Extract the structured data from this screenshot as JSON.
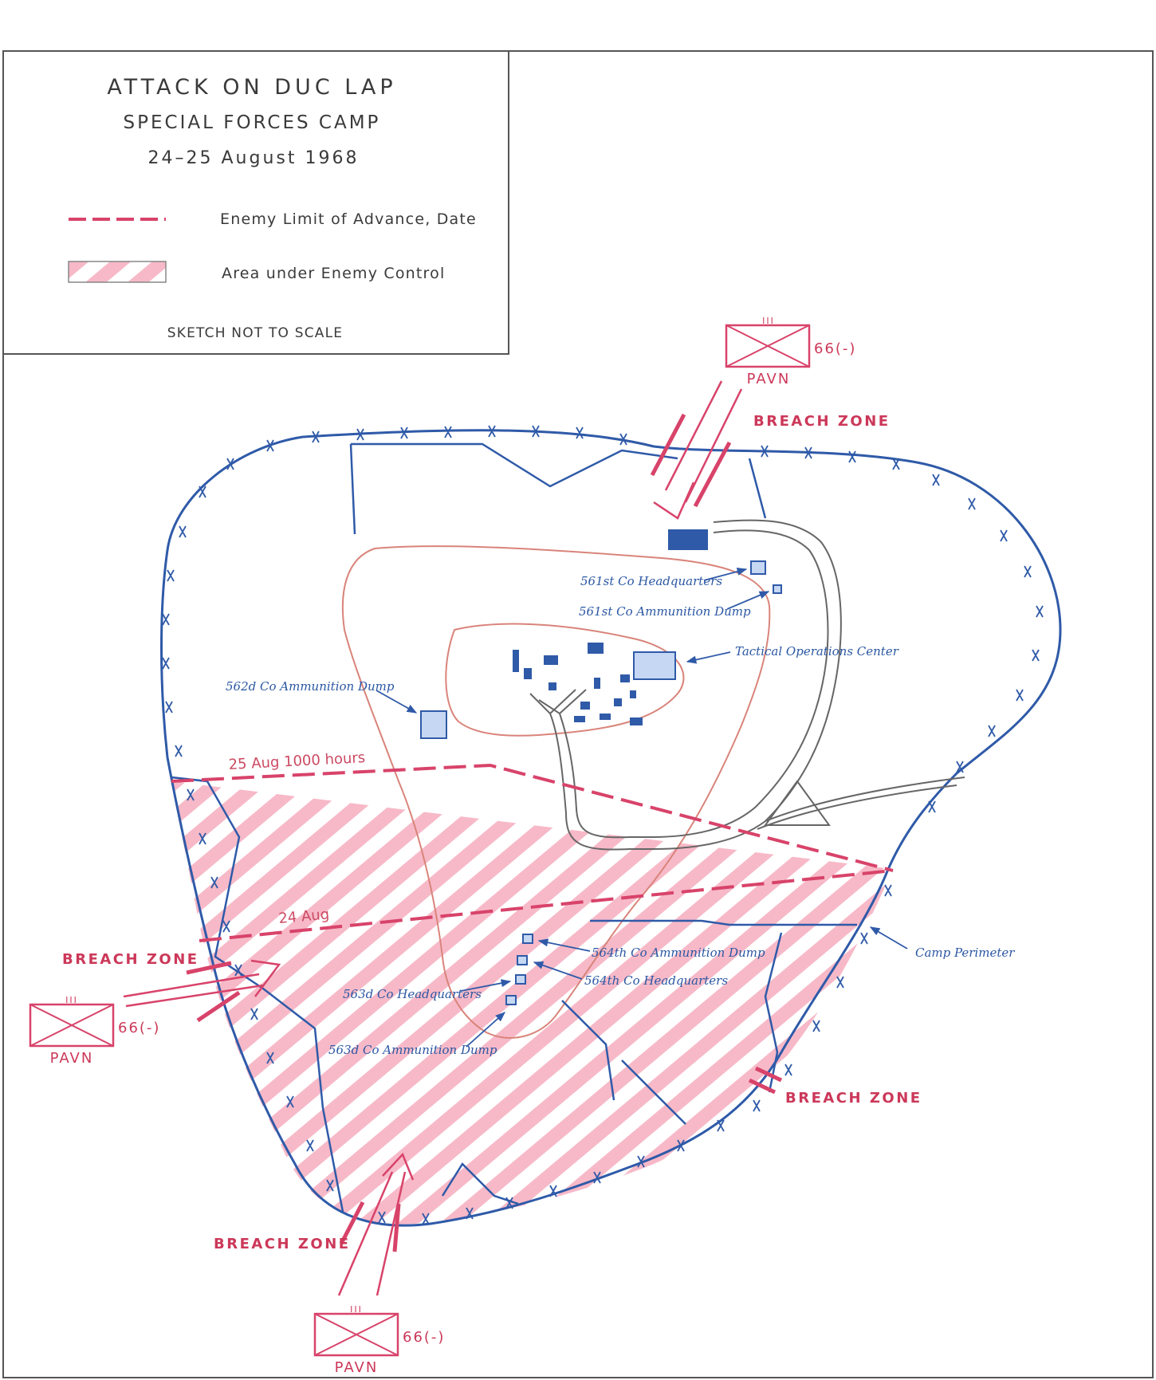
{
  "legend": {
    "title": "ATTACK ON DUC LAP",
    "subtitle": "SPECIAL FORCES CAMP",
    "dates": "24–25 August 1968",
    "items": [
      {
        "symbol": "dashed-line",
        "label": "Enemy Limit of Advance, Date"
      },
      {
        "symbol": "hatched-box",
        "label": "Area under Enemy Control"
      }
    ],
    "note": "SKETCH NOT TO SCALE"
  },
  "colors": {
    "perimeter": "#2f5aa8",
    "enemy": "#d8436a",
    "hatch": "#f7b9c8",
    "terrain": "#d9847a",
    "building": "#2f5aa8",
    "building_light": "#c5d7f2"
  },
  "units": [
    {
      "id": "north",
      "designation": "66(-)",
      "label": "PAVN",
      "echelon": "III"
    },
    {
      "id": "west",
      "designation": "66(-)",
      "label": "PAVN",
      "echelon": "III"
    },
    {
      "id": "south",
      "designation": "66(-)",
      "label": "PAVN",
      "echelon": "III"
    }
  ],
  "breach_zones": [
    "BREACH ZONE",
    "BREACH ZONE",
    "BREACH ZONE",
    "BREACH ZONE"
  ],
  "advance_lines": [
    {
      "label": "25 Aug 1000 hours"
    },
    {
      "label": "24 Aug"
    }
  ],
  "facilities": {
    "hq_561": "561st Co Headquarters",
    "ammo_561": "561st Co Ammunition Dump",
    "toc": "Tactical Operations Center",
    "ammo_562": "562d Co Ammunition Dump",
    "ammo_564": "564th Co Ammunition Dump",
    "hq_564": "564th Co Headquarters",
    "hq_563": "563d Co Headquarters",
    "ammo_563": "563d Co Ammunition Dump",
    "perimeter": "Camp Perimeter"
  }
}
